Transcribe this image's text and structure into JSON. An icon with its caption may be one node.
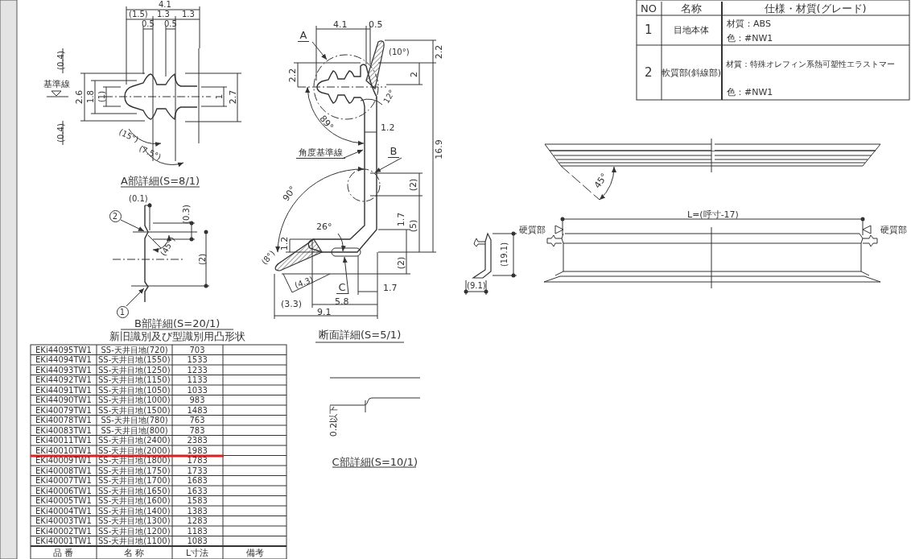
{
  "diagram": {
    "nodes": [
      {
        "text": [
          "A"
        ]
      },
      {
        "text": [
          "角度基準線"
        ]
      },
      {
        "text": [
          "B"
        ]
      },
      {
        "text": [
          "2"
        ]
      },
      {
        "text": [
          "C"
        ]
      },
      {
        "text": [
          "1"
        ]
      }
    ],
    "edges": [
      {
        "from": 0,
        "to": null,
        "arrow": "to"
      },
      {
        "from": 1,
        "to": null,
        "arrow": "to"
      },
      {
        "from": 2,
        "to": null,
        "arrow": "to"
      },
      {
        "from": 3,
        "to": null,
        "arrow": "to"
      },
      {
        "from": 4,
        "to": null,
        "arrow": "to"
      },
      {
        "from": 5,
        "to": null,
        "arrow": "to"
      }
    ],
    "labels": [
      "4.1",
      "(1.5)",
      "1.3",
      "1.3",
      "0.5",
      "0.5",
      "(0.4)",
      "基準線",
      "2.6",
      "1.8",
      "(1)",
      "1",
      "2.7",
      "(0.4)",
      "(15°)",
      "(7.5°)",
      "A部詳細(S=8/1)",
      "4.1",
      "0.5",
      "(10°)",
      "2.2",
      "2.2",
      "2",
      "12°",
      "89°",
      "1.2",
      "16.9",
      "(2)",
      "90°",
      "1.7",
      "(5)",
      "26°",
      "1.2",
      "(8°)",
      "(2)",
      "(4.3)",
      "1.7",
      "(3.3)",
      "5.8",
      "9.1",
      "断面詳細(S=5/1)",
      "NO",
      "名称",
      "仕様・材質(グレード)",
      "1",
      "目地本体",
      "材質：ABS",
      "色：#NW1",
      "2",
      "軟質部(斜線部)",
      "材質：特殊オレフィン系熱可塑性エラストマー",
      "色：#NW1",
      "45°",
      "L=(呼寸-17)",
      "硬質部",
      "硬質部",
      "(19.1)",
      "(9.1)",
      "(0.1)",
      "(0.3)",
      "(45°)",
      "(2)",
      "B部詳細(S=20/1)",
      "新旧識別及び型識別用凸形状",
      "EKi44095TW1",
      "SS-天井目地(720)",
      "703",
      "EKi44094TW1",
      "SS-天井目地(1550)",
      "1533",
      "EKi44093TW1",
      "SS-天井目地(1250)",
      "1233",
      "EKi44092TW1",
      "SS-天井目地(1150)",
      "1133",
      "EKi44091TW1",
      "SS-天井目地(1050)",
      "1033",
      "EKi44090TW1",
      "SS-天井目地(1000)",
      "983",
      "EKi40079TW1",
      "SS-天井目地(1500)",
      "1483",
      "EKi40078TW1",
      "SS-天井目地(780)",
      "763",
      "EKi40083TW1",
      "SS-天井目地(800)",
      "783",
      "EKi40011TW1",
      "SS-天井目地(2400)",
      "2383",
      "EKi40010TW1",
      "SS-天井目地(2000)",
      "1983",
      "EKi40009TW1",
      "SS-天井目地(1800)",
      "1783",
      "EKi40008TW1",
      "SS-天井目地(1750)",
      "1733",
      "EKi40007TW1",
      "SS-天井目地(1700)",
      "1683",
      "EKi40006TW1",
      "SS-天井目地(1650)",
      "1633",
      "EKi40005TW1",
      "SS-天井目地(1600)",
      "1583",
      "EKi40004TW1",
      "SS-天井目地(1400)",
      "1383",
      "EKi40003TW1",
      "SS-天井目地(1300)",
      "1283",
      "EKi40002TW1",
      "SS-天井目地(1200)",
      "1183",
      "EKi40001TW1",
      "SS-天井目地(1100)",
      "1083",
      "品 番",
      "名 称",
      "L寸法",
      "備考",
      "0.2以下",
      "C部詳細(S=10/1)"
    ]
  }
}
